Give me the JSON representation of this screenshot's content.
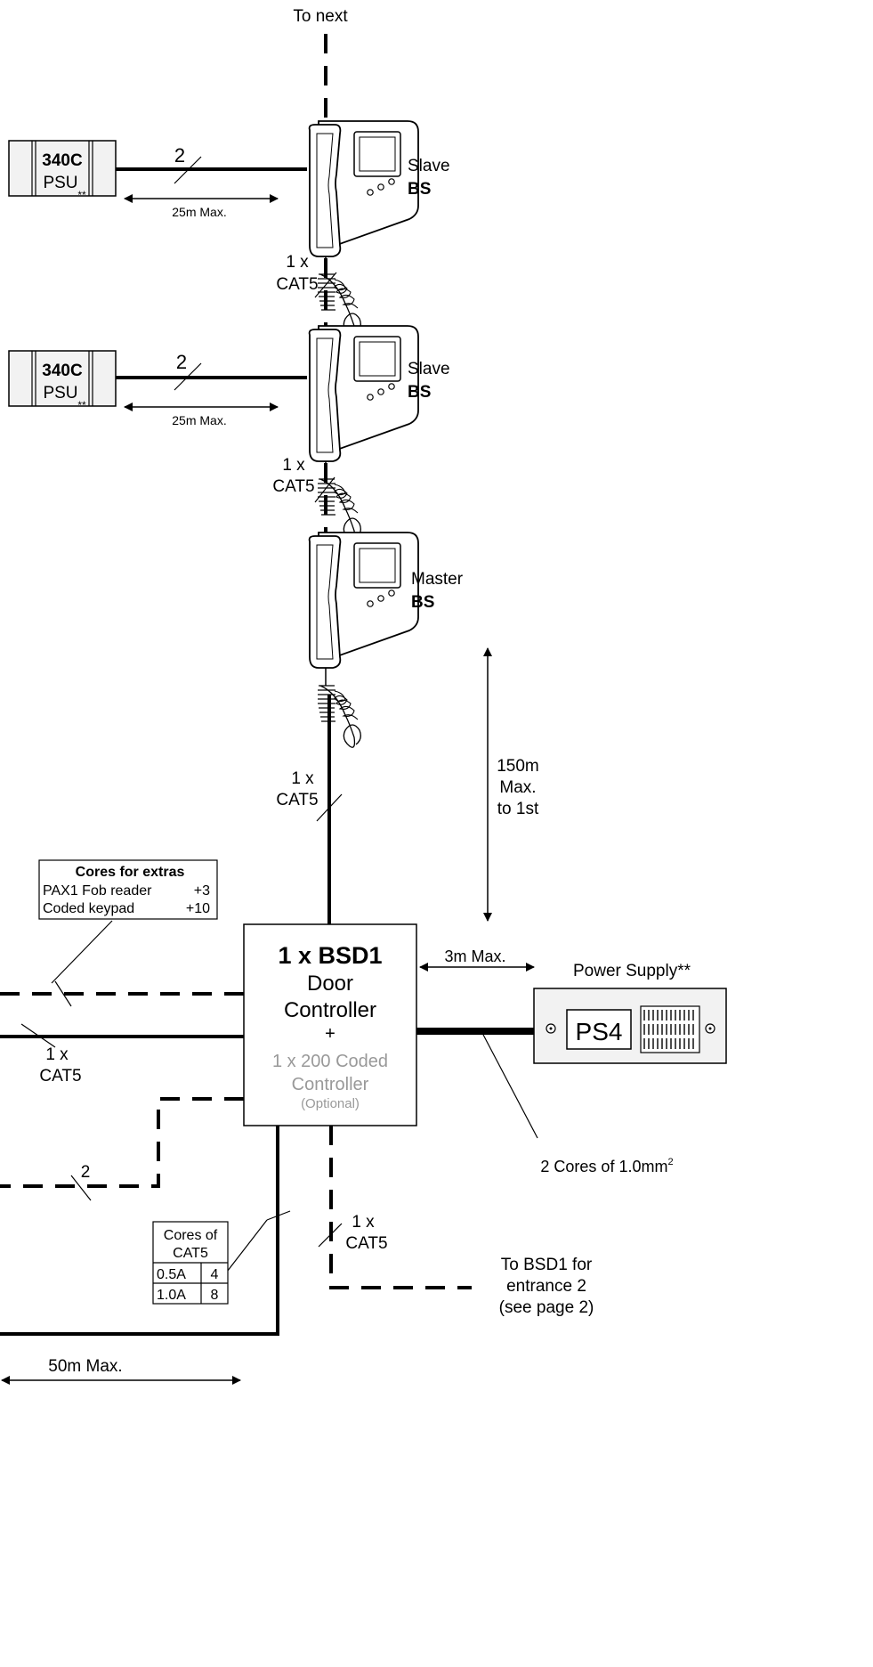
{
  "top_label": "To next",
  "psu_units": [
    {
      "model": "340C",
      "type": "PSU",
      "mark": "**",
      "cores": "2",
      "distance": "25m Max."
    },
    {
      "model": "340C",
      "type": "PSU",
      "mark": "**",
      "cores": "2",
      "distance": "25m Max."
    }
  ],
  "handsets": [
    {
      "role": "Slave",
      "code": "BS",
      "cable_qty": "1 x",
      "cable_type": "CAT5"
    },
    {
      "role": "Slave",
      "code": "BS",
      "cable_qty": "1 x",
      "cable_type": "CAT5"
    },
    {
      "role": "Master",
      "code": "BS"
    }
  ],
  "riser": {
    "cable_qty": "1 x",
    "cable_type": "CAT5",
    "distance_lines": [
      "150m",
      "Max.",
      "to 1st"
    ]
  },
  "extras_table": {
    "title": "Cores for extras",
    "rows": [
      {
        "item": "PAX1 Fob reader",
        "cores": "+3"
      },
      {
        "item": "Coded keypad",
        "cores": "+10"
      }
    ]
  },
  "controller": {
    "line1": "1 x BSD1",
    "line2": "Door",
    "line3": "Controller",
    "plus": "+",
    "opt_line1": "1 x 200 Coded",
    "opt_line2": "Controller",
    "opt_line3": "(Optional)"
  },
  "power_supply": {
    "label": "Power Supply**",
    "model": "PS4",
    "distance": "3m Max.",
    "cores_note": "2 Cores of 1.0mm",
    "superscript": "2"
  },
  "left_feeds": {
    "cat5_qty": "1 x",
    "cat5_type": "CAT5",
    "cores_2": "2"
  },
  "cat5_table": {
    "title_line1": "Cores of",
    "title_line2": "CAT5",
    "rows": [
      {
        "current": "0.5A",
        "cores": "4"
      },
      {
        "current": "1.0A",
        "cores": "8"
      }
    ]
  },
  "entrance2": {
    "cable_qty": "1 x",
    "cable_type": "CAT5",
    "lines": [
      "To BSD1 for",
      "entrance 2",
      "(see page 2)"
    ]
  },
  "bottom_distance": "50m Max."
}
